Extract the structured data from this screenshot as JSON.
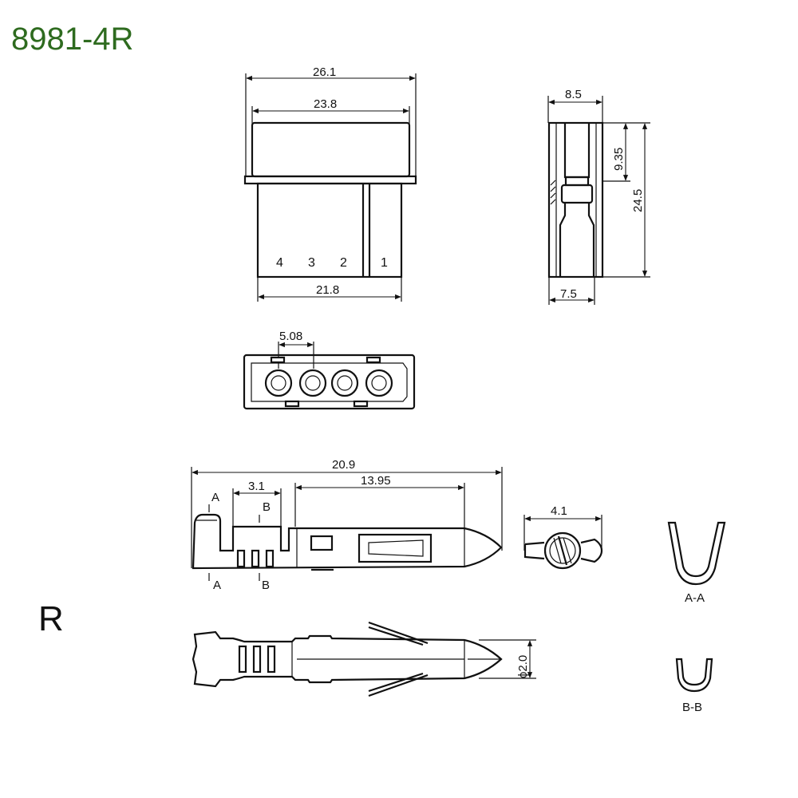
{
  "title": "8981-4R",
  "variant_label": "R",
  "colors": {
    "title": "#2e6b1f",
    "line": "#111111",
    "background": "#ffffff"
  },
  "housing_front": {
    "dim_overall": "26.1",
    "dim_flange": "23.8",
    "dim_body": "21.8",
    "pins": [
      "4",
      "3",
      "2",
      "1"
    ]
  },
  "housing_side": {
    "dim_width_top": "8.5",
    "dim_width_bottom": "7.5",
    "dim_upper_height": "9.35",
    "dim_total_height": "24.5"
  },
  "housing_face": {
    "dim_pitch": "5.08"
  },
  "terminal_side": {
    "dim_length": "20.9",
    "dim_crimp": "3.1",
    "dim_contact": "13.95",
    "section_marks": {
      "a_top": "A",
      "b_top": "B",
      "a_bottom": "A",
      "b_bottom": "B"
    }
  },
  "terminal_end": {
    "dim_width": "4.1"
  },
  "terminal_top": {
    "dim_diameter": "ϕ2.0"
  },
  "sections": {
    "aa_label": "A-A",
    "bb_label": "B-B"
  }
}
